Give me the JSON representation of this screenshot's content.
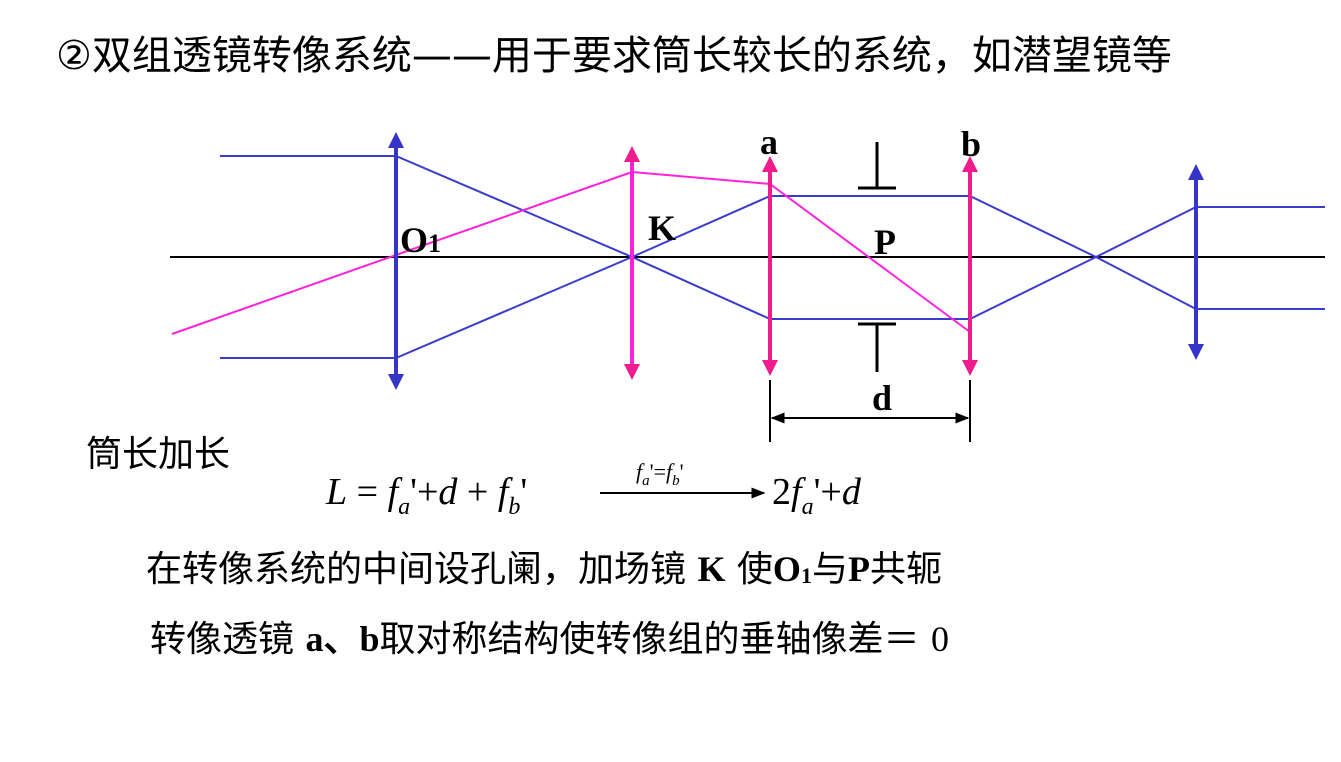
{
  "title": "②双组透镜转像系统——用于要求筒长较长的系统，如潜望镜等",
  "diagram": {
    "labels": {
      "o": "O",
      "o_sub": "1",
      "k": "K",
      "a": "a",
      "p": "P",
      "b": "b",
      "d": "d"
    },
    "colors": {
      "axis": "#000000",
      "blue_lens": "#3535c8",
      "pink_lens": "#ee1c8c",
      "blue_ray": "#3c3ccc",
      "magenta_ray": "#ff22dd",
      "stop": "#000000"
    }
  },
  "note_left": "筒长加长",
  "formula": {
    "L": "L",
    "eq": " = ",
    "f": "f",
    "sub_a": "a",
    "sub_b": "b",
    "prime_plus": "'+",
    "d": "d",
    "plus": " + ",
    "prime": "'",
    "cond_eq": "'=",
    "two": "2"
  },
  "line1": {
    "p1": "在转像系统的中间设孔阑，加场镜 ",
    "K": "K",
    "p2": " 使",
    "O": "O",
    "O_sub": "1",
    "p3": "与",
    "P": "P",
    "p4": "共轭"
  },
  "line2": {
    "p1": "转像透镜 ",
    "ab": "a、b",
    "p2": "取对称结构使转像组的垂轴像差＝ ",
    "zero": "0"
  }
}
